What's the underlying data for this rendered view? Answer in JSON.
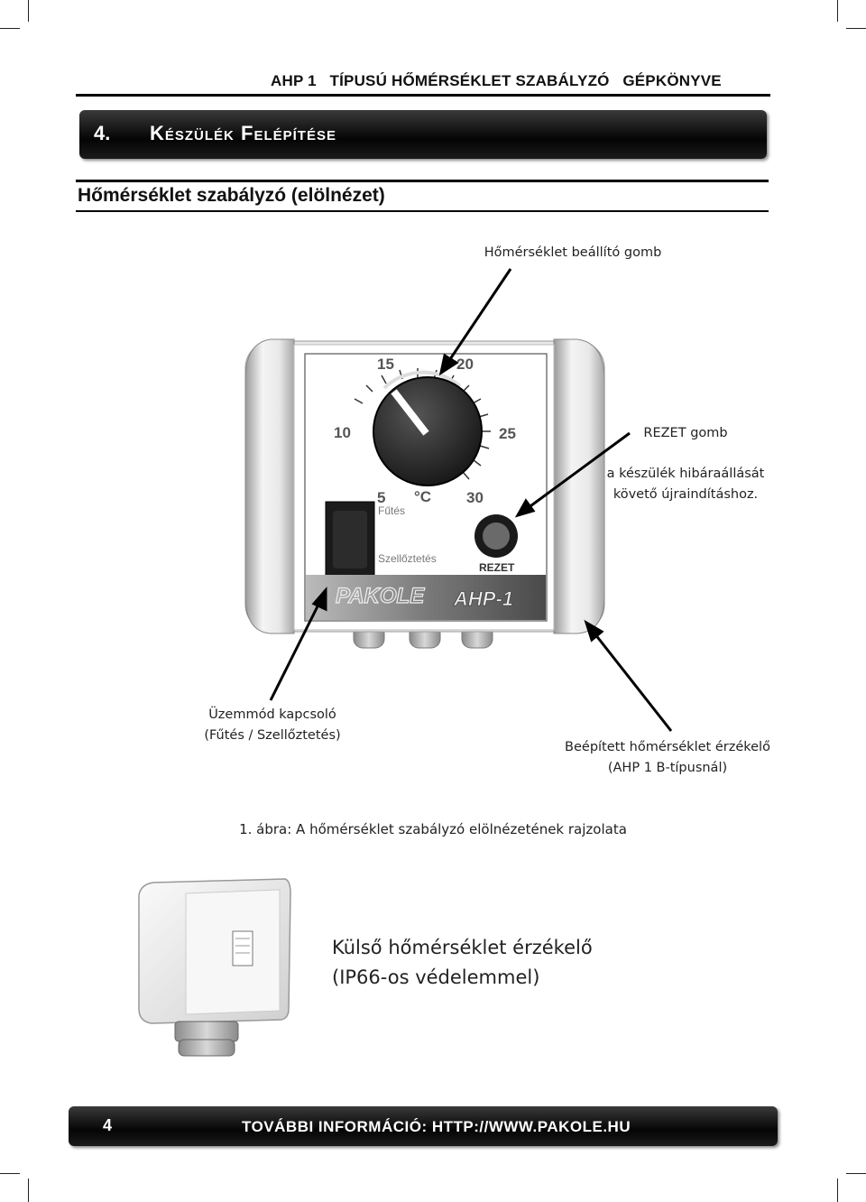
{
  "header": {
    "running_title": "AHP 1   TÍPUSÚ HŐMÉRSÉKLET SZABÁLYZÓ   GÉPKÖNYVE"
  },
  "chapter": {
    "number": "4.",
    "title": "Készülék Felépítése"
  },
  "section": {
    "heading": "Hőmérséklet szabályzó (elölnézet)"
  },
  "callouts": {
    "knob": "Hőmérséklet beállító gomb",
    "reset_title": "REZET gomb",
    "reset_desc_1": "a készülék hibáraállását",
    "reset_desc_2": "követő újraindításhoz.",
    "mode_1": "Üzemmód kapcsoló",
    "mode_2": "(Fűtés / Szellőztetés)",
    "sensor_1": "Beépített hőmérséklet érzékelő",
    "sensor_2": "(AHP 1 B-típusnál)"
  },
  "device": {
    "dial_labels": [
      "15",
      "20",
      "10",
      "25",
      "5",
      "°C",
      "30"
    ],
    "switch_label_top": "Fűtés",
    "switch_label_bottom": "Szellőztetés",
    "reset_label": "REZET",
    "brand": "PAKOLE",
    "model": "AHP-1"
  },
  "figure": {
    "caption": "1. ábra: A hőmérséklet szabályzó elölnézetének rajzolata"
  },
  "external_sensor": {
    "label_1": "Külső hőmérséklet érzékelő",
    "label_2": "(IP66-os védelemmel)"
  },
  "footer": {
    "page_number": "4",
    "info": "TOVÁBBI INFORMÁCIÓ: HTTP://WWW.PAKOLE.HU"
  }
}
